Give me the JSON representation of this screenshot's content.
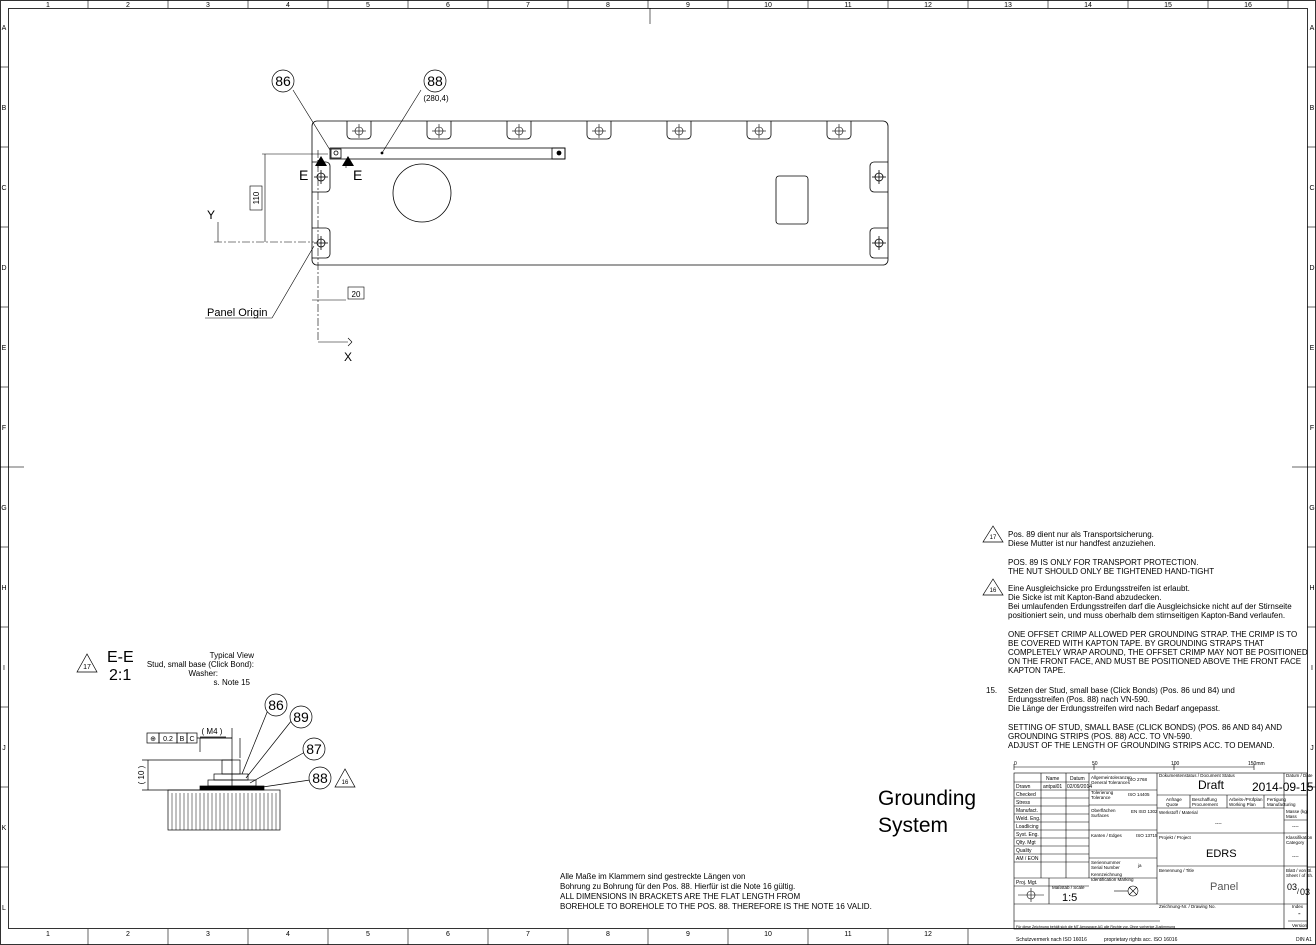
{
  "sheet": {
    "col_numbers_top": [
      "1",
      "2",
      "3",
      "4",
      "5",
      "6",
      "7",
      "8",
      "9",
      "10",
      "11",
      "12",
      "13",
      "14",
      "15",
      "16"
    ],
    "col_numbers_bottom": [
      "1",
      "2",
      "3",
      "4",
      "5",
      "6",
      "7",
      "8",
      "9",
      "10",
      "11",
      "12"
    ],
    "row_letters": [
      "A",
      "B",
      "C",
      "D",
      "E",
      "F",
      "G",
      "H",
      "I",
      "J",
      "K",
      "L"
    ],
    "footer_left": "Schutzvermerk nach ISO 16016",
    "footer_mid": "proprietary rights acc. ISO 16016",
    "footer_right": "DIN A1"
  },
  "top_view": {
    "balloon_86": "86",
    "balloon_88": "88",
    "balloon_88_sub": "(280,4)",
    "section_e_left": "E",
    "section_e_right": "E",
    "axis_y": "Y",
    "axis_x": "X",
    "dim_110": "110",
    "dim_20": "20",
    "panel_origin": "Panel Origin"
  },
  "section_view": {
    "note_flag": "17",
    "title": "E-E",
    "scale": "2:1",
    "desc_line1": "Typical View",
    "desc_line2": "Stud, small base (Click Bond):",
    "desc_line3": "Washer:",
    "desc_line4": "s. Note 15",
    "fcf_tol": "0.2",
    "fcf_b": "B",
    "fcf_c": "C",
    "thread": "( M4 )",
    "dim_10": "( 10 )",
    "balloon_86": "86",
    "balloon_89": "89",
    "balloon_87": "87",
    "balloon_88": "88",
    "flag_16": "16"
  },
  "bottom_note": {
    "line1": "Alle Maße im Klammern sind gestreckte Längen von",
    "line2": "Bohrung zu Bohrung für den Pos. 88. Hierfür ist die Note 16 gültig.",
    "line3": "ALL DIMENSIONS IN BRACKETS ARE THE FLAT LENGTH FROM",
    "line4": "BOREHOLE TO BOREHOLE TO THE POS. 88. THEREFORE IS THE NOTE 16 VALID."
  },
  "notes": {
    "n17_flag": "17",
    "n17_l1": "Pos. 89 dient nur als Transportsicherung.",
    "n17_l2": "Diese Mutter ist nur handfest anzuziehen.",
    "n17_l3": "POS. 89 IS ONLY FOR TRANSPORT PROTECTION.",
    "n17_l4": "THE NUT SHOULD ONLY BE TIGHTENED HAND-TIGHT",
    "n16_flag": "16",
    "n16_l1": "Eine Ausgleichsicke pro Erdungsstreifen ist erlaubt.",
    "n16_l2": "Die Sicke ist mit Kapton-Band abzudecken.",
    "n16_l3": "Bei umlaufenden Erdungsstreifen darf die Ausgleichsicke nicht auf der Stirnseite",
    "n16_l4": "positioniert sein, und muss oberhalb dem stirnseitigen Kapton-Band verlaufen.",
    "n16_l5": "ONE OFFSET CRIMP ALLOWED PER GROUNDING STRAP. THE CRIMP IS TO",
    "n16_l6": "BE COVERED WITH KAPTON TAPE. BY GROUNDING STRAPS THAT",
    "n16_l7": "COMPLETELY WRAP AROUND, THE OFFSET CRIMP MAY NOT BE POSITIONED",
    "n16_l8": "ON THE FRONT FACE, AND MUST BE POSITIONED ABOVE THE FRONT FACE",
    "n16_l9": "KAPTON TAPE.",
    "n15_num": "15.",
    "n15_l1": "Setzen der Stud, small base (Click Bonds) (Pos. 86 und 84) und",
    "n15_l2": "Erdungsstreifen (Pos. 88) nach VN-590.",
    "n15_l3": "Die Länge der Erdungsstreifen wird nach Bedarf angepasst.",
    "n15_l4": "SETTING OF STUD, SMALL BASE (CLICK BONDS) (POS. 86 AND 84) AND",
    "n15_l5": "GROUNDING STRIPS (POS. 88) ACC. TO VN-590.",
    "n15_l6": "ADJUST OF THE LENGTH OF GROUNDING STRIPS ACC. TO DEMAND."
  },
  "heading": {
    "line1": "Grounding",
    "line2": "System"
  },
  "title_block": {
    "ruler_0": "0",
    "ruler_50": "50",
    "ruler_100": "100",
    "ruler_150": "150mm",
    "col_name": "Name",
    "col_date": "Datum",
    "drawn": "Drawn",
    "drawn_name": "antpal01",
    "drawn_date": "02/09/2014",
    "checked": "Checked",
    "stress": "Stress",
    "manufact": "Manufact.",
    "weld": "Weld. Eng.",
    "load": "Loadlicing",
    "syst": "Syst. Eng.",
    "qlty_mgr": "Qlty. Mgt",
    "quality": "Quality",
    "am": "AM / EON",
    "proj_mgr": "Proj. Mgt.",
    "gen_tol": "Allgemeintoleranzen",
    "gen_tol_en": "General Tolerances",
    "iso2768": "ISO 2768",
    "tolerierung": "Tolerierung",
    "tolerance": "Tolerance",
    "iso14405": "ISO 14405",
    "oberfl": "Oberflächen",
    "surfaces": "Surfaces",
    "en_iso": "EN ISO 1302",
    "kanten": "Kanten / Edges",
    "iso13715": "ISO 13715",
    "seriennr": "Seriennummer",
    "serial": "Serial Number",
    "ja": "ja",
    "kennzeich": "Kennzeichnung",
    "ident": "Identification Marking",
    "scale_lbl": "Maßstab / Scale",
    "scale_val": "1:5",
    "doc_status_lbl": "Dokumentenstatus / Document Status",
    "doc_status": "Draft",
    "date_lbl": "Datum / Date",
    "date": "2014-09-15",
    "anfrage": "Anfrage",
    "quote": "Quote",
    "beschaffung": "Beschaffung",
    "procurement": "Procurement",
    "arbeitsplan": "Arbeits-/Prüfplan",
    "working_plan": "Working Plan",
    "fertigung": "Fertigung",
    "manufacturing": "Manufacturing",
    "werkstoff": "Werkstoff / Material",
    "material_val": "----",
    "masse": "Masse (kg)",
    "mass": "Mass",
    "mass_val": "----",
    "projekt": "Projekt / Project",
    "project": "EDRS",
    "klass": "Klassifikation",
    "category": "Category",
    "cat_val": "----",
    "benennung": "Benennung / Title",
    "title": "Panel",
    "blatt": "Blatt / von Bl.",
    "sheet_of": "Sheet / of Sh.",
    "sheet_num": "03",
    "sheet_tot": "03",
    "zeichnung": "Zeichnung-Nr. / Drawing No.",
    "index": "Index",
    "index_val": "-",
    "version": "Version",
    "legal": "Für diese Zeichnung behält sich die MT Aerospace AG alle Rechte vor. Ohne vorherige Zustimmung"
  }
}
